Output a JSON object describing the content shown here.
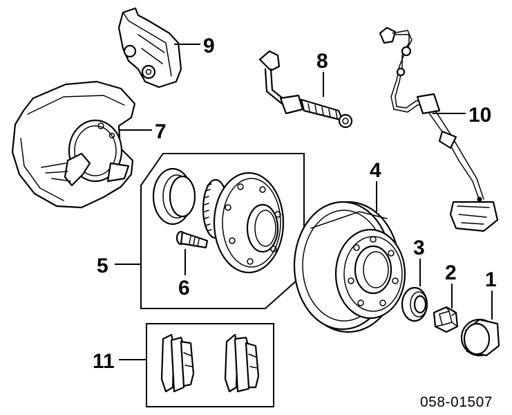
{
  "callouts": {
    "c1": "1",
    "c2": "2",
    "c3": "3",
    "c4": "4",
    "c5": "5",
    "c6": "6",
    "c7": "7",
    "c8": "8",
    "c9": "9",
    "c10": "10",
    "c11": "11"
  },
  "diagram_code": "058-01507",
  "parts": [
    {
      "callout": "1",
      "icon": "hub-cap-icon"
    },
    {
      "callout": "2",
      "icon": "spindle-nut-icon"
    },
    {
      "callout": "3",
      "icon": "outer-bearing-icon"
    },
    {
      "callout": "4",
      "icon": "brake-disc-icon"
    },
    {
      "callout": "5",
      "icon": "hub-assembly-group"
    },
    {
      "callout": "6",
      "icon": "wheel-stud-icon"
    },
    {
      "callout": "7",
      "icon": "splash-shield-icon"
    },
    {
      "callout": "8",
      "icon": "brake-hose-icon"
    },
    {
      "callout": "9",
      "icon": "brake-caliper-icon"
    },
    {
      "callout": "10",
      "icon": "wire-harness-icon"
    },
    {
      "callout": "11",
      "icon": "brake-pads-icon"
    }
  ]
}
